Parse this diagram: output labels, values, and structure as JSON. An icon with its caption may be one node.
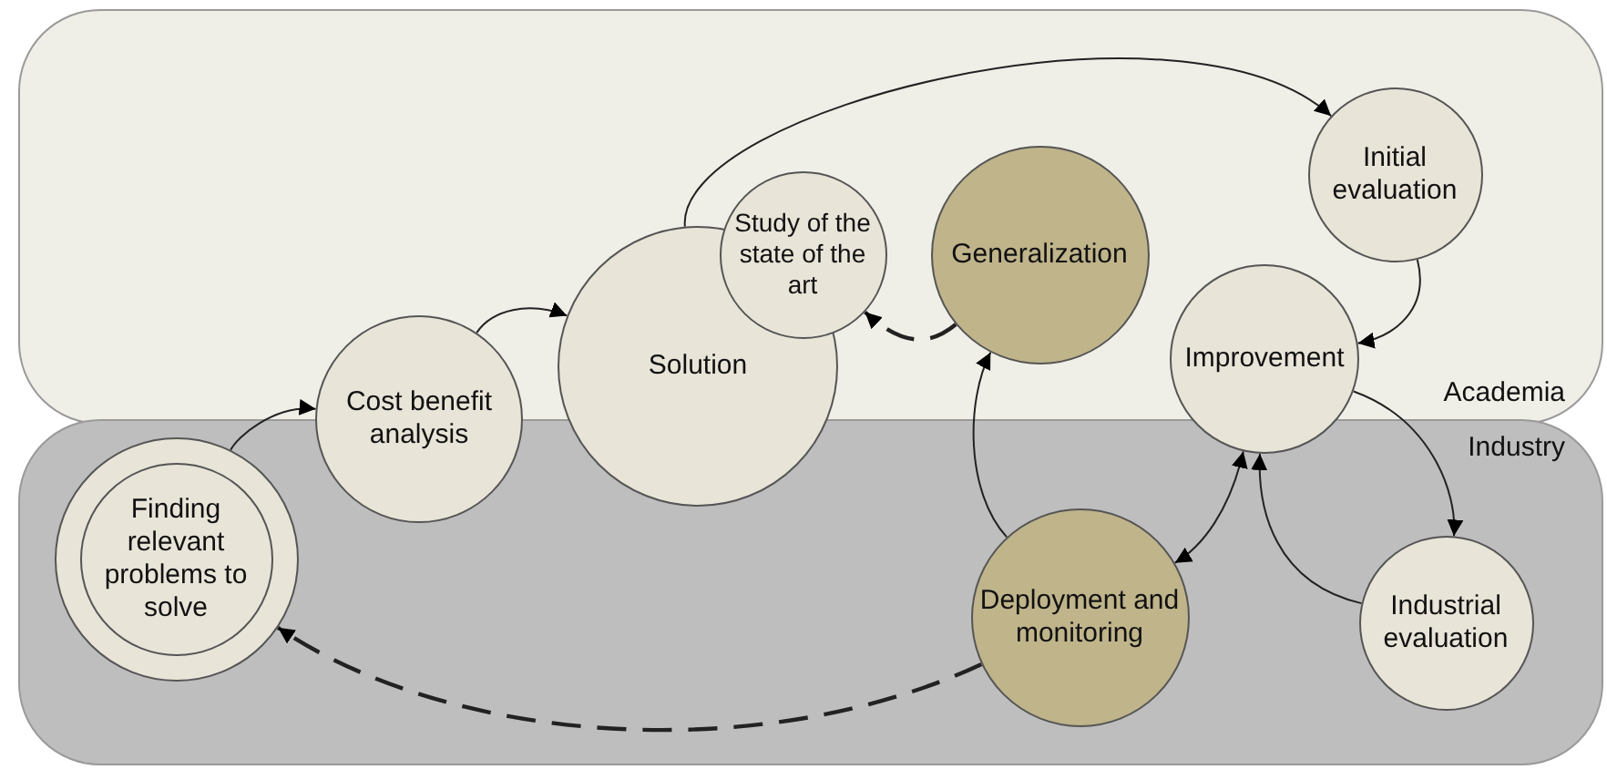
{
  "diagram": {
    "nodes": [
      {
        "text": [
          "Academia"
        ]
      },
      {
        "text": [
          "Industry"
        ]
      },
      {
        "text": [
          "Finding relevant problems to solve"
        ],
        "in": 1
      },
      {
        "text": [
          "Cost benefit analysis"
        ]
      },
      {
        "text": [
          "Solution"
        ]
      },
      {
        "text": [
          "Study of the state of the art"
        ],
        "in": 0
      },
      {
        "text": [
          "Generalization"
        ],
        "in": 0
      },
      {
        "text": [
          "Initial evaluation"
        ],
        "in": 0
      },
      {
        "text": [
          "Improvement"
        ]
      },
      {
        "text": [
          "Deployment and monitoring"
        ],
        "in": 1
      },
      {
        "text": [
          "Industrial evaluation"
        ],
        "in": 1
      }
    ],
    "edges": [
      {
        "from": 2,
        "to": 3,
        "arrow": "to"
      },
      {
        "from": 3,
        "to": 4,
        "arrow": "to"
      },
      {
        "from": 4,
        "to": 7,
        "arrow": "to"
      },
      {
        "from": 7,
        "to": 8,
        "arrow": "to"
      },
      {
        "from": 8,
        "to": 10,
        "arrow": "to"
      },
      {
        "from": 10,
        "to": 8,
        "arrow": "to"
      },
      {
        "from": 8,
        "to": 9,
        "arrow": "both"
      },
      {
        "from": 9,
        "to": 6,
        "arrow": "to"
      },
      {
        "from": 6,
        "to": 5,
        "arrow": "to",
        "style": "dashed"
      },
      {
        "from": 9,
        "to": 2,
        "arrow": "to",
        "style": "dashed"
      }
    ]
  }
}
